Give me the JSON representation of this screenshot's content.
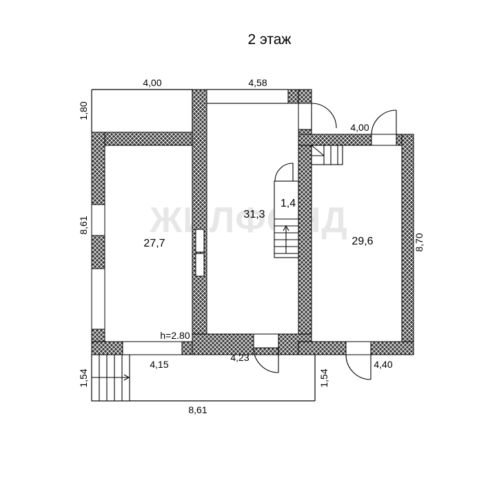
{
  "title": "2 этаж",
  "watermark": "ЖИЛФОНД",
  "rooms": {
    "left_area": "27,7",
    "middle_area": "31,3",
    "stair_closet_area": "1,4",
    "right_area": "29,6"
  },
  "ceiling_height": "h=2.80",
  "dimensions": {
    "top_left_width": "4,00",
    "top_middle_width": "4,58",
    "right_room_width": "4,00",
    "balcony_depth": "1,80",
    "left_room_depth": "8,61",
    "right_room_depth": "8,70",
    "left_room_bottom": "4,15",
    "middle_room_bottom": "4,23",
    "right_room_bottom": "4,40",
    "porch_left_depth": "1,54",
    "porch_right_depth": "1,54",
    "porch_length": "8,61"
  },
  "colors": {
    "wall_fill": "#444444",
    "wall_hatch": "#ffffff",
    "line": "#000000",
    "watermark": "#d4d4d4"
  }
}
